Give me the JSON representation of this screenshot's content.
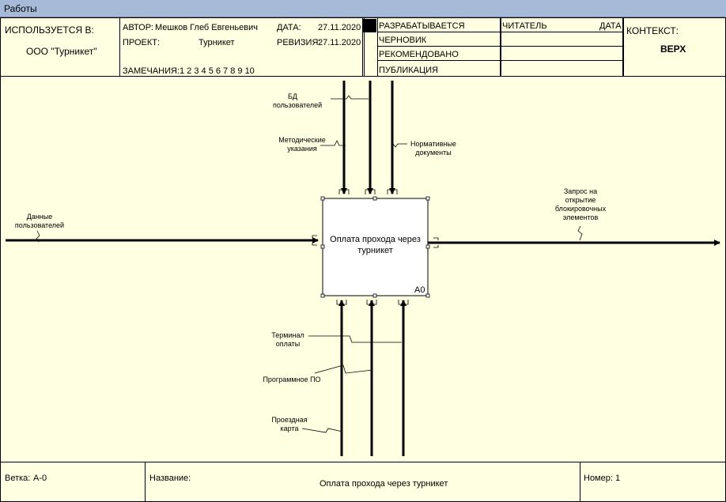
{
  "window": {
    "title": "Работы"
  },
  "header": {
    "used_in_label": "ИСПОЛЬЗУЕТСЯ В:",
    "used_in_value": "ООО \"Турникет\"",
    "author_label": "АВТОР:",
    "author_value": "Мешков Глеб Евгеньевич",
    "project_label": "ПРОЕКТ:",
    "project_value": "Турникет",
    "date_label": "ДАТА:",
    "date_value": "27.11.2020",
    "revision_label": "РЕВИЗИЯ:",
    "revision_value": "27.11.2020",
    "notes_label": "ЗАМЕЧАНИЯ:",
    "notes_numbers": "1  2  3  4  5  6  7  8  9  10",
    "status_items": [
      "РАЗРАБАТЫВАЕТСЯ",
      "ЧЕРНОВИК",
      "РЕКОМЕНДОВАНО",
      "ПУБЛИКАЦИЯ"
    ],
    "reader_label": "ЧИТАТЕЛЬ",
    "reader_date_label": "ДАТА",
    "context_label": "КОНТЕКСТ:",
    "context_value": "ВЕРХ"
  },
  "diagram": {
    "activity": {
      "name": "Оплата прохода через турникет",
      "number": "A0"
    },
    "arrows": {
      "input": "Данные пользователей",
      "output": "Запрос на открытие блокировочных элементов",
      "control_1": "БД пользователей",
      "control_2": "Методические указания",
      "control_3": "Нормативные документы",
      "mechanism_1": "Терминал оплаты",
      "mechanism_2": "Программное ПО",
      "mechanism_3": "Проездная карта"
    }
  },
  "footer": {
    "node_label": "Ветка:",
    "node_value": "А-0",
    "title_label": "Название:",
    "title_value": "Оплата прохода через турникет",
    "number_label": "Номер:",
    "number_value": "1"
  },
  "colors": {
    "background": "#ffffe1",
    "titlebar": "#a7bbd8",
    "activity_box": "#ffffff",
    "status_marker": "#000000"
  }
}
